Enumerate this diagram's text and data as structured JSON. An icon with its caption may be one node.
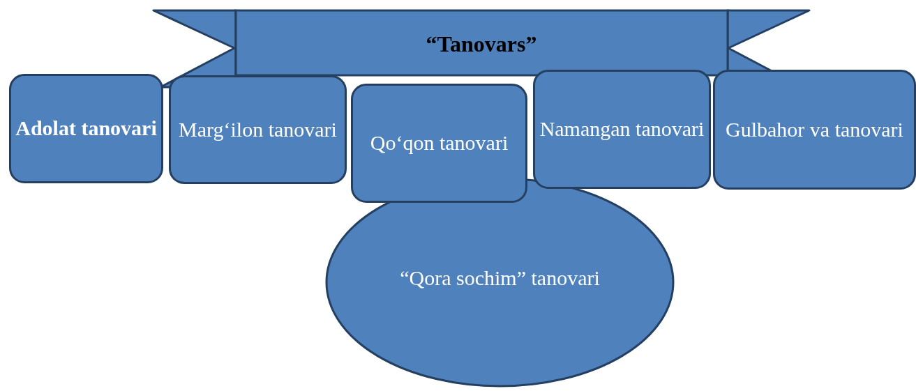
{
  "diagram": {
    "nodes": [
      {
        "text": [
          "“Tanovars”"
        ]
      },
      {
        "text": [
          "Adolat tanovari"
        ]
      },
      {
        "text": [
          "Marg‘ilon tanovari"
        ]
      },
      {
        "text": [
          "Qo‘qon tanovari"
        ]
      },
      {
        "text": [
          "Namangan tanovari"
        ]
      },
      {
        "text": [
          "Gulbahor va tanovari"
        ]
      },
      {
        "text": [
          "“Qora sochim” tanovari"
        ]
      }
    ]
  }
}
